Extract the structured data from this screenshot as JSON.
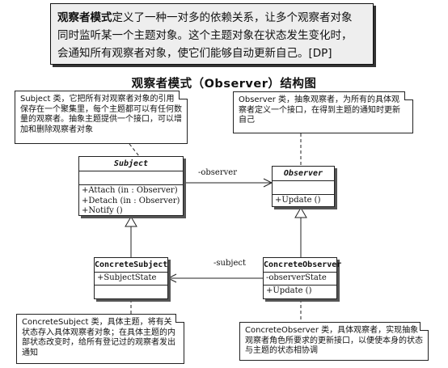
{
  "definition": {
    "term": "观察者模式",
    "line1_rest": "定义了一种一对多的依赖关系，让多个观察者对象",
    "line2": "同时监听某一个主题对象。这个主题对象在状态发生变化时，",
    "line3": "会通知所有观察者对象，使它们能够自动更新自己。[DP]"
  },
  "diagram_title": "观察者模式（Observer）结构图",
  "notes": {
    "subject": "Subject 类，它把所有对观察者对象的引用保存在一个聚集里，每个主题都可以有任何数量的观察者。抽象主题提供一个接口，可以增加和删除观察者对象",
    "observer": "Observer 类，抽象观察者，为所有的具体观察者定义一个接口，在得到主题的通知时更新自己",
    "concrete_subject": "ConcreteSubject 类，具体主题，将有关状态存入具体观察者对象；在具体主题的内部状态改变时，给所有登记过的观察者发出通知",
    "concrete_observer": "ConcreteObserver 类，具体观察者，实现抽象观察者角色所要求的更新接口，以便使本身的状态与主题的状态相协调"
  },
  "classes": {
    "subject": {
      "name": "Subject",
      "methods": [
        "+Attach (in    : Observer)",
        "+Detach (in    : Observer)",
        "+Notify ()"
      ]
    },
    "observer": {
      "name": "Observer",
      "methods": [
        "+Update ()"
      ]
    },
    "concrete_subject": {
      "name": "ConcreteSubject",
      "attributes": [
        "+SubjectState"
      ]
    },
    "concrete_observer": {
      "name": "ConcreteObserver",
      "attributes": [
        "-observerState"
      ],
      "methods": [
        "+Update ()"
      ]
    }
  },
  "associations": {
    "observer_role": "-observer",
    "subject_role": "-subject"
  }
}
